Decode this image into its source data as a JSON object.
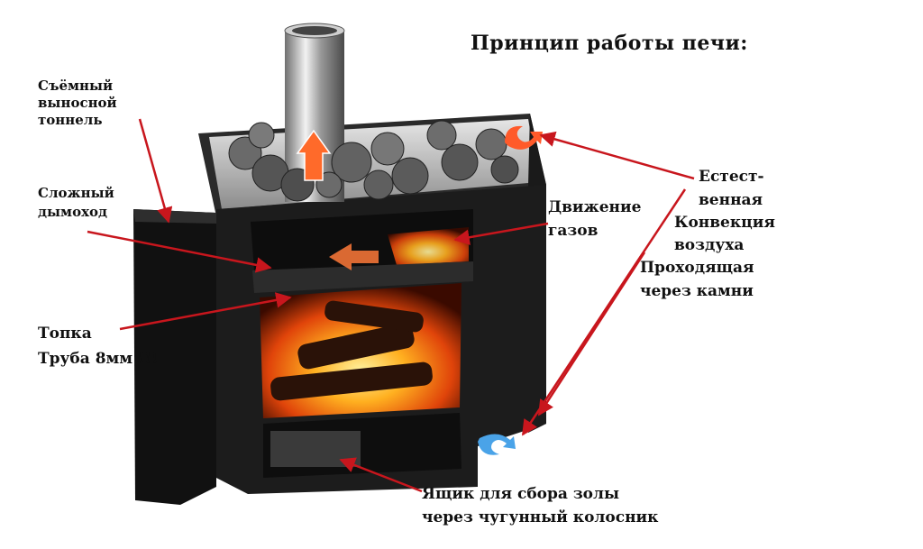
{
  "diagram": {
    "title": "Принцип работы печи:",
    "labels": {
      "tunnel": [
        "Съёмный",
        "выносной",
        "тоннель"
      ],
      "chimney": [
        "Сложный",
        "дымоход"
      ],
      "firebox": [
        "Топка",
        "Труба 8мм !!!"
      ],
      "gas_flow": [
        "Движение",
        "газов"
      ],
      "convection": [
        "Естест-",
        "венная",
        "Конвекция",
        "воздуха",
        "Проходящая",
        "через камни"
      ],
      "ash_box": [
        "Ящик для сбора золы",
        "через чугунный колосник"
      ]
    },
    "colors": {
      "arrow": "#c8161d",
      "stove_body": "#1c1c1c",
      "fire": "#ff8a00",
      "cold_air": "#4aa3e8"
    }
  }
}
